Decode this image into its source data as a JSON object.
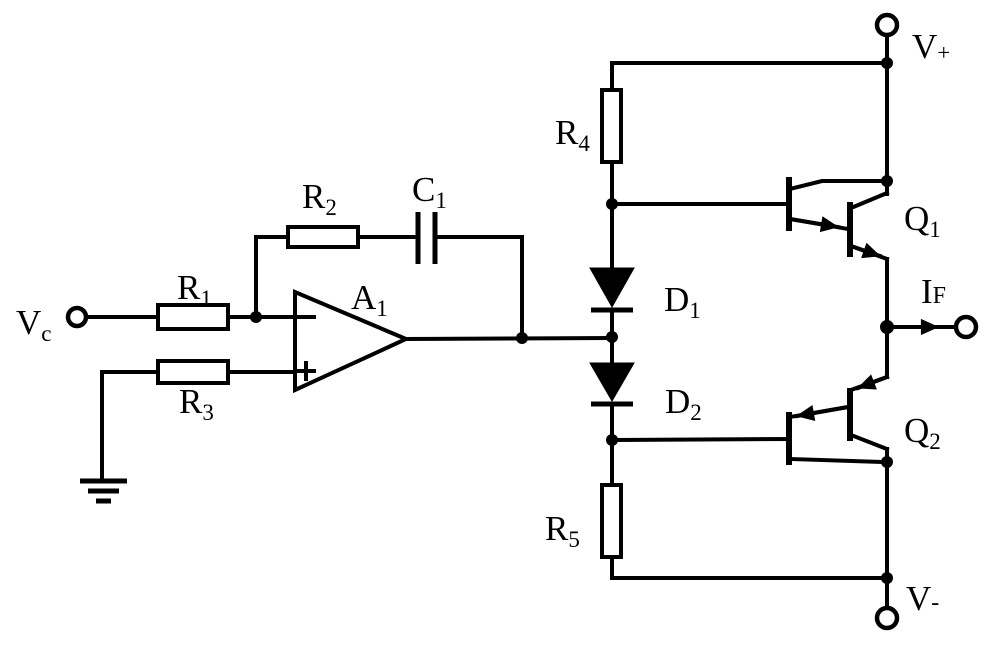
{
  "diagram": {
    "kind": "analog circuit schematic",
    "background_color": "#ffffff",
    "line_color": "#000000"
  },
  "icons": {
    "terminal": "open-circle",
    "junction": "filled-dot",
    "ground": "three-bar-ground-symbol",
    "opamp": "triangle-opamp-symbol",
    "diode": "filled-triangle-with-cathode-bar",
    "npn_transistor": "bar-with-outward-emitter-arrow",
    "pnp_transistor": "bar-with-inward-emitter-arrow",
    "current_arrow": "right-filled-arrowhead"
  },
  "labels": {
    "input_voltage": {
      "main": "V",
      "sub": "c"
    },
    "resistor_r1": {
      "main": "R",
      "sub": "1"
    },
    "resistor_r2": {
      "main": "R",
      "sub": "2"
    },
    "resistor_r3": {
      "main": "R",
      "sub": "3"
    },
    "resistor_r4": {
      "main": "R",
      "sub": "4"
    },
    "resistor_r5": {
      "main": "R",
      "sub": "5"
    },
    "capacitor_c1": {
      "main": "C",
      "sub": "1"
    },
    "opamp_a1": {
      "main": "A",
      "sub": "1"
    },
    "diode_d1": {
      "main": "D",
      "sub": "1"
    },
    "diode_d2": {
      "main": "D",
      "sub": "2"
    },
    "transistor_q1": {
      "main": "Q",
      "sub": "1"
    },
    "transistor_q2": {
      "main": "Q",
      "sub": "2"
    },
    "output_current": {
      "main": "I",
      "sub": "F"
    },
    "supply_positive": {
      "main": "V",
      "sub": "+"
    },
    "supply_negative": {
      "main": "V",
      "sub": "-"
    }
  }
}
